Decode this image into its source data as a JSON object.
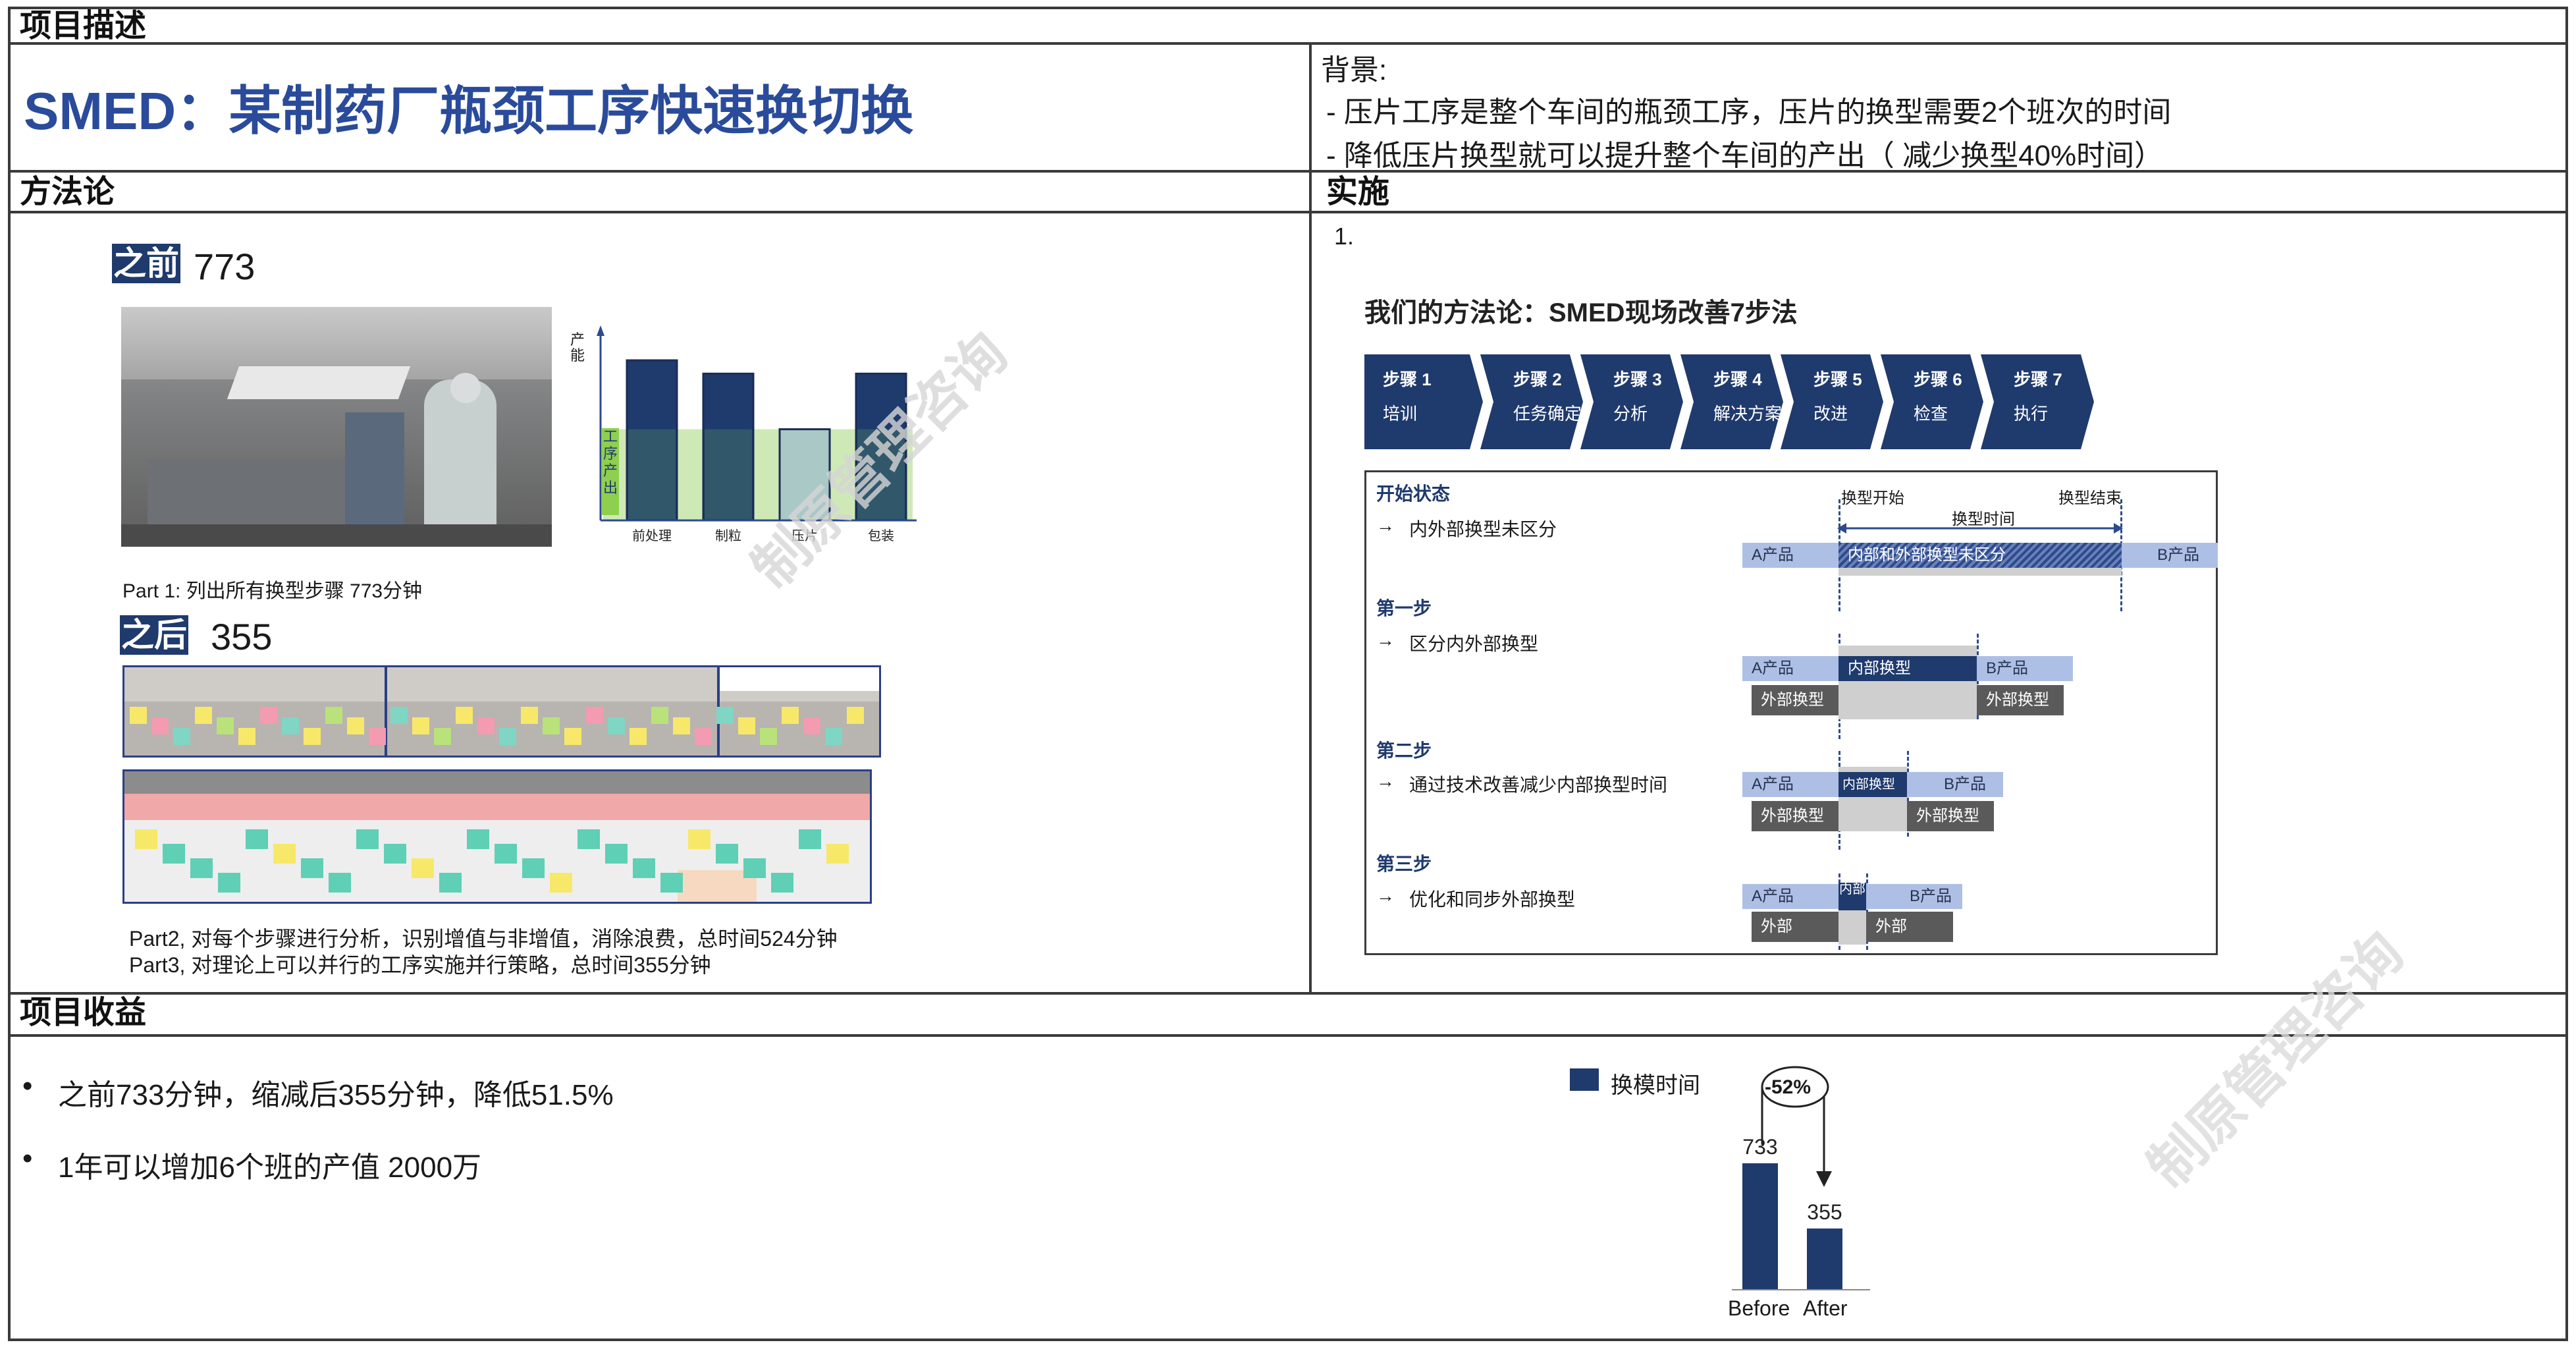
{
  "header": {
    "section_title": "项目描述",
    "main_title": "SMED：某制药厂瓶颈工序快速换切换",
    "background_label": "背景:",
    "background_lines": [
      "- 压片工序是整个车间的瓶颈工序，压片的换型需要2个班次的时间",
      "-  降低压片换型就可以提升整个车间的产出（ 减少换型40%时间）"
    ]
  },
  "methodology": {
    "section_title": "方法论",
    "before_tag": "之前",
    "before_value": "773",
    "part1": "Part 1: 列出所有换型步骤 773分钟",
    "after_tag": "之后",
    "after_value": "355",
    "part2": "Part2, 对每个步骤进行分析，识别增值与非增值，消除浪费，总时间524分钟",
    "part3": "Part3, 对理论上可以并行的工序实施并行策略，总时间355分钟",
    "watermark": "制原管理咨询"
  },
  "chart_data": {
    "type": "bar",
    "ylabel": "产能",
    "band_label": "工序产出",
    "categories": [
      "前处理",
      "制粒",
      "压片",
      "包装"
    ],
    "values": [
      7.2,
      6.6,
      4.1,
      6.6
    ],
    "band_level": 4.1,
    "ylim": [
      0,
      8
    ],
    "colors": {
      "bar": "#1f3a6d",
      "band": "#cfe9b6",
      "bottleneck": "#a9c8c6"
    }
  },
  "implementation": {
    "section_title": "实施",
    "item_number": "1.",
    "method_title": "我们的方法论：SMED现场改善7步法",
    "steps": [
      {
        "num": "步骤 1",
        "label": "培训"
      },
      {
        "num": "步骤 2",
        "label": "任务确定"
      },
      {
        "num": "步骤 3",
        "label": "分析"
      },
      {
        "num": "步骤 4",
        "label": "解决方案"
      },
      {
        "num": "步骤 5",
        "label": "改进"
      },
      {
        "num": "步骤 6",
        "label": "检查"
      },
      {
        "num": "步骤 7",
        "label": "执行"
      }
    ],
    "stages": {
      "s0_title": "开始状态",
      "s0_item": "内外部换型未区分",
      "s1_title": "第一步",
      "s1_item": "区分内外部换型",
      "s2_title": "第二步",
      "s2_item": "通过技术改善减少内部换型时间",
      "s3_title": "第三步",
      "s3_item": "优化和同步外部换型"
    },
    "arrow_glyph": "→",
    "timeline": {
      "start": "换型开始",
      "end": "换型结束",
      "duration": "换型时间",
      "product_a": "A产品",
      "product_b": "B产品",
      "mixed": "内部和外部换型未区分",
      "internal": "内部换型",
      "external": "外部换型",
      "internal_short": "内部",
      "external_short": "外部"
    }
  },
  "benefits": {
    "section_title": "项目收益",
    "bullets": [
      "之前733分钟，缩减后355分钟，降低51.5%",
      "1年可以增加6个班的产值 2000万"
    ],
    "bullet_glyph": "•",
    "legend": "换模时间",
    "reduction": "-52%",
    "bars": [
      {
        "label": "Before",
        "value": 733
      },
      {
        "label": "After",
        "value": 355
      }
    ],
    "watermark": "制原管理咨询"
  }
}
